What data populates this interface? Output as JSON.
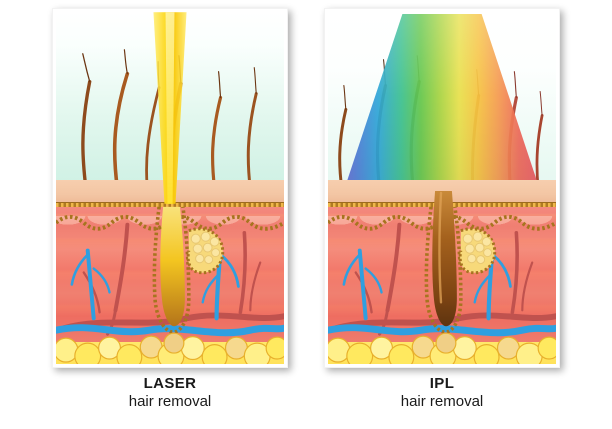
{
  "figure": {
    "panels": [
      {
        "id": "laser",
        "title": "LASER",
        "subtitle": "hair removal",
        "beam": {
          "type": "laser-beam",
          "description": "narrow concentrated monochromatic yellow beam",
          "color": "#f7d11a",
          "reaches": "hair follicle root"
        },
        "background_color": "#cdf0e3",
        "layers": [
          {
            "name": "epidermis",
            "color": "#f3c6a4"
          },
          {
            "name": "basal-membrane",
            "color": "#b07a23"
          },
          {
            "name": "dermis",
            "color": "#f07f72"
          },
          {
            "name": "hypodermis-fat",
            "color": "#ffe25a"
          }
        ],
        "structures": [
          {
            "name": "hair-shaft",
            "color": "#b5581f"
          },
          {
            "name": "hair-follicle",
            "color": "#e0b52e"
          },
          {
            "name": "sebaceous-gland",
            "color": "#f7d97a"
          },
          {
            "name": "vein",
            "color": "#2f9fe0"
          },
          {
            "name": "artery",
            "color": "#c0524e"
          }
        ]
      },
      {
        "id": "ipl",
        "title": "IPL",
        "subtitle": "hair removal",
        "beam": {
          "type": "broad-spectrum-cone",
          "description": "wide scattered polychromatic light cone",
          "colors": [
            "#7b5fd0",
            "#2fa6d8",
            "#64c64a",
            "#e8e04a",
            "#f6c23f",
            "#e8506a"
          ],
          "reaches": "skin surface"
        },
        "background_color": "#e4f7f0",
        "layers": [
          {
            "name": "epidermis",
            "color": "#f3c6a4"
          },
          {
            "name": "basal-membrane",
            "color": "#b07a23"
          },
          {
            "name": "dermis",
            "color": "#f07f72"
          },
          {
            "name": "hypodermis-fat",
            "color": "#ffe25a"
          }
        ],
        "structures": [
          {
            "name": "hair-shaft",
            "color": "#b5581f"
          },
          {
            "name": "hair-follicle",
            "color": "#a3651f"
          },
          {
            "name": "sebaceous-gland",
            "color": "#f7d97a"
          },
          {
            "name": "vein",
            "color": "#2f9fe0"
          },
          {
            "name": "artery",
            "color": "#c0524e"
          }
        ]
      }
    ]
  }
}
